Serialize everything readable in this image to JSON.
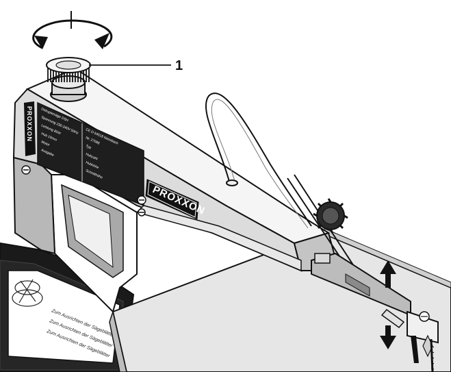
{
  "callout": {
    "number": "1"
  },
  "brand": {
    "logo_text": "PROXXON",
    "side_text": "PROXXON"
  },
  "rating_plate": {
    "lines": [
      "Dekupiersäge DSH",
      "Spannung 230-240V 50Hz",
      "Leistung 85W",
      "Hub 10mm",
      "Motor",
      "Ausgabe"
    ],
    "lines_right": [
      "CE D-54518 Niersbach",
      "Nr. 27088",
      "Typ",
      "Hubzahl",
      "Hubhöhe",
      "Schnitthöhe"
    ]
  },
  "sticker": {
    "lines": [
      "Zum Ausrichten der Sägeblätter",
      "Zum Ausrichten der Sägeblätter",
      "Zum Ausrichten der Sägeblätter"
    ]
  },
  "colors": {
    "line": "#111111",
    "body_light": "#f2f2f2",
    "body_mid": "#d9d9d9",
    "body_dark": "#9a9a9a",
    "base_dark": "#1a1a1a"
  }
}
